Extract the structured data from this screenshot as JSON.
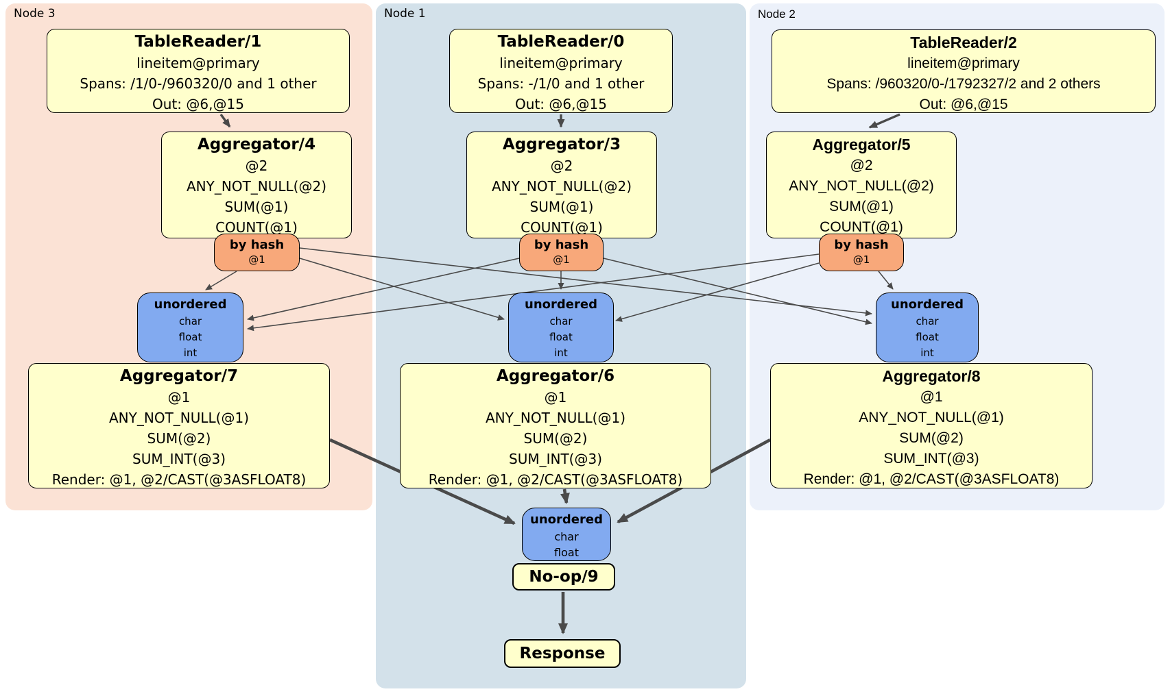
{
  "colors": {
    "node3_bg": "#fbe2d5",
    "node1_bg": "#d3e1ea",
    "node2_bg": "#ecf1fa",
    "box_bg": "#ffffcc",
    "router_bg": "#f8a87a",
    "sync_bg": "#82aaf0",
    "edge_color": "#4a4a4a"
  },
  "nodes": [
    {
      "label": "Node 3",
      "table_reader": {
        "title": "TableReader/1",
        "index": "lineitem@primary",
        "spans": "Spans: /1/0-/960320/0 and 1 other",
        "out": "Out: @6,@15"
      },
      "agg_first": {
        "title": "Aggregator/4",
        "lines": [
          "@2",
          "ANY_NOT_NULL(@2)",
          "SUM(@1)",
          "COUNT(@1)"
        ]
      },
      "router": {
        "title": "by hash",
        "key": "@1"
      },
      "sync": {
        "title": "unordered",
        "columns": [
          "char",
          "float",
          "int"
        ]
      },
      "agg_second": {
        "title": "Aggregator/7",
        "lines": [
          "@1",
          "ANY_NOT_NULL(@1)",
          "SUM(@2)",
          "SUM_INT(@3)",
          "Render: @1, @2/CAST(@3ASFLOAT8)"
        ]
      }
    },
    {
      "label": "Node 1",
      "table_reader": {
        "title": "TableReader/0",
        "index": "lineitem@primary",
        "spans": "Spans: -/1/0 and 1 other",
        "out": "Out: @6,@15"
      },
      "agg_first": {
        "title": "Aggregator/3",
        "lines": [
          "@2",
          "ANY_NOT_NULL(@2)",
          "SUM(@1)",
          "COUNT(@1)"
        ]
      },
      "router": {
        "title": "by hash",
        "key": "@1"
      },
      "sync": {
        "title": "unordered",
        "columns": [
          "char",
          "float",
          "int"
        ]
      },
      "agg_second": {
        "title": "Aggregator/6",
        "lines": [
          "@1",
          "ANY_NOT_NULL(@1)",
          "SUM(@2)",
          "SUM_INT(@3)",
          "Render: @1, @2/CAST(@3ASFLOAT8)"
        ]
      }
    },
    {
      "label": "Node 2",
      "table_reader": {
        "title": "TableReader/2",
        "index": "lineitem@primary",
        "spans": "Spans: /960320/0-/1792327/2 and 2 others",
        "out": "Out: @6,@15"
      },
      "agg_first": {
        "title": "Aggregator/5",
        "lines": [
          "@2",
          "ANY_NOT_NULL(@2)",
          "SUM(@1)",
          "COUNT(@1)"
        ]
      },
      "router": {
        "title": "by hash",
        "key": "@1"
      },
      "sync": {
        "title": "unordered",
        "columns": [
          "char",
          "float",
          "int"
        ]
      },
      "agg_second": {
        "title": "Aggregator/8",
        "lines": [
          "@1",
          "ANY_NOT_NULL(@1)",
          "SUM(@2)",
          "SUM_INT(@3)",
          "Render: @1, @2/CAST(@3ASFLOAT8)"
        ]
      }
    }
  ],
  "final_stage": {
    "sync": {
      "title": "unordered",
      "columns": [
        "char",
        "float"
      ]
    },
    "noop": {
      "title": "No-op/9"
    },
    "response": {
      "title": "Response"
    }
  },
  "edges": [
    {
      "from": "tablereader-1",
      "to": "aggregator-4"
    },
    {
      "from": "tablereader-0",
      "to": "aggregator-3"
    },
    {
      "from": "tablereader-2",
      "to": "aggregator-5"
    },
    {
      "from": "by-hash-node3",
      "to": "unordered-node3"
    },
    {
      "from": "by-hash-node3",
      "to": "unordered-node1"
    },
    {
      "from": "by-hash-node3",
      "to": "unordered-node2"
    },
    {
      "from": "by-hash-node1",
      "to": "unordered-node1"
    },
    {
      "from": "by-hash-node1",
      "to": "unordered-node3"
    },
    {
      "from": "by-hash-node1",
      "to": "unordered-node2"
    },
    {
      "from": "by-hash-node2",
      "to": "unordered-node2"
    },
    {
      "from": "by-hash-node2",
      "to": "unordered-node3"
    },
    {
      "from": "by-hash-node2",
      "to": "unordered-node1"
    },
    {
      "from": "aggregator-7",
      "to": "unordered-final"
    },
    {
      "from": "aggregator-6",
      "to": "unordered-final"
    },
    {
      "from": "aggregator-8",
      "to": "unordered-final"
    },
    {
      "from": "no-op-9",
      "to": "response"
    }
  ]
}
